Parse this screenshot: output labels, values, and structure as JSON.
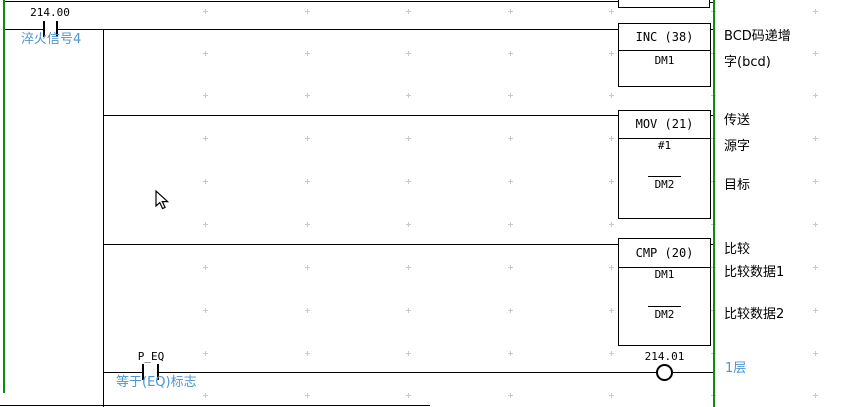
{
  "colors": {
    "rail_green": "#128912",
    "comment_blue": "#4D94D2",
    "grid_gray": "#C9C9C9"
  },
  "rung_top": {
    "contact_address": "214.00",
    "contact_comment": "淬火信号4",
    "instruction": "INC (38)",
    "operand1": "DM1",
    "side_label_line1": "BCD码递增",
    "side_label_line2": "字(bcd)"
  },
  "rung_mov": {
    "instruction": "MOV (21)",
    "operand1": "#1",
    "operand2": "DM2",
    "side_label_header": "传送",
    "side_label_op1": "源字",
    "side_label_op2": "目标"
  },
  "rung_cmp": {
    "instruction": "CMP (20)",
    "operand1": "DM1",
    "operand2": "DM2",
    "side_label_header": "比较",
    "side_label_op1": "比较数据1",
    "side_label_op2": "比较数据2"
  },
  "rung_out": {
    "contact_address": "P_EQ",
    "contact_comment": "等于(EQ)标志",
    "coil_address": "214.01",
    "coil_comment": "1层"
  }
}
